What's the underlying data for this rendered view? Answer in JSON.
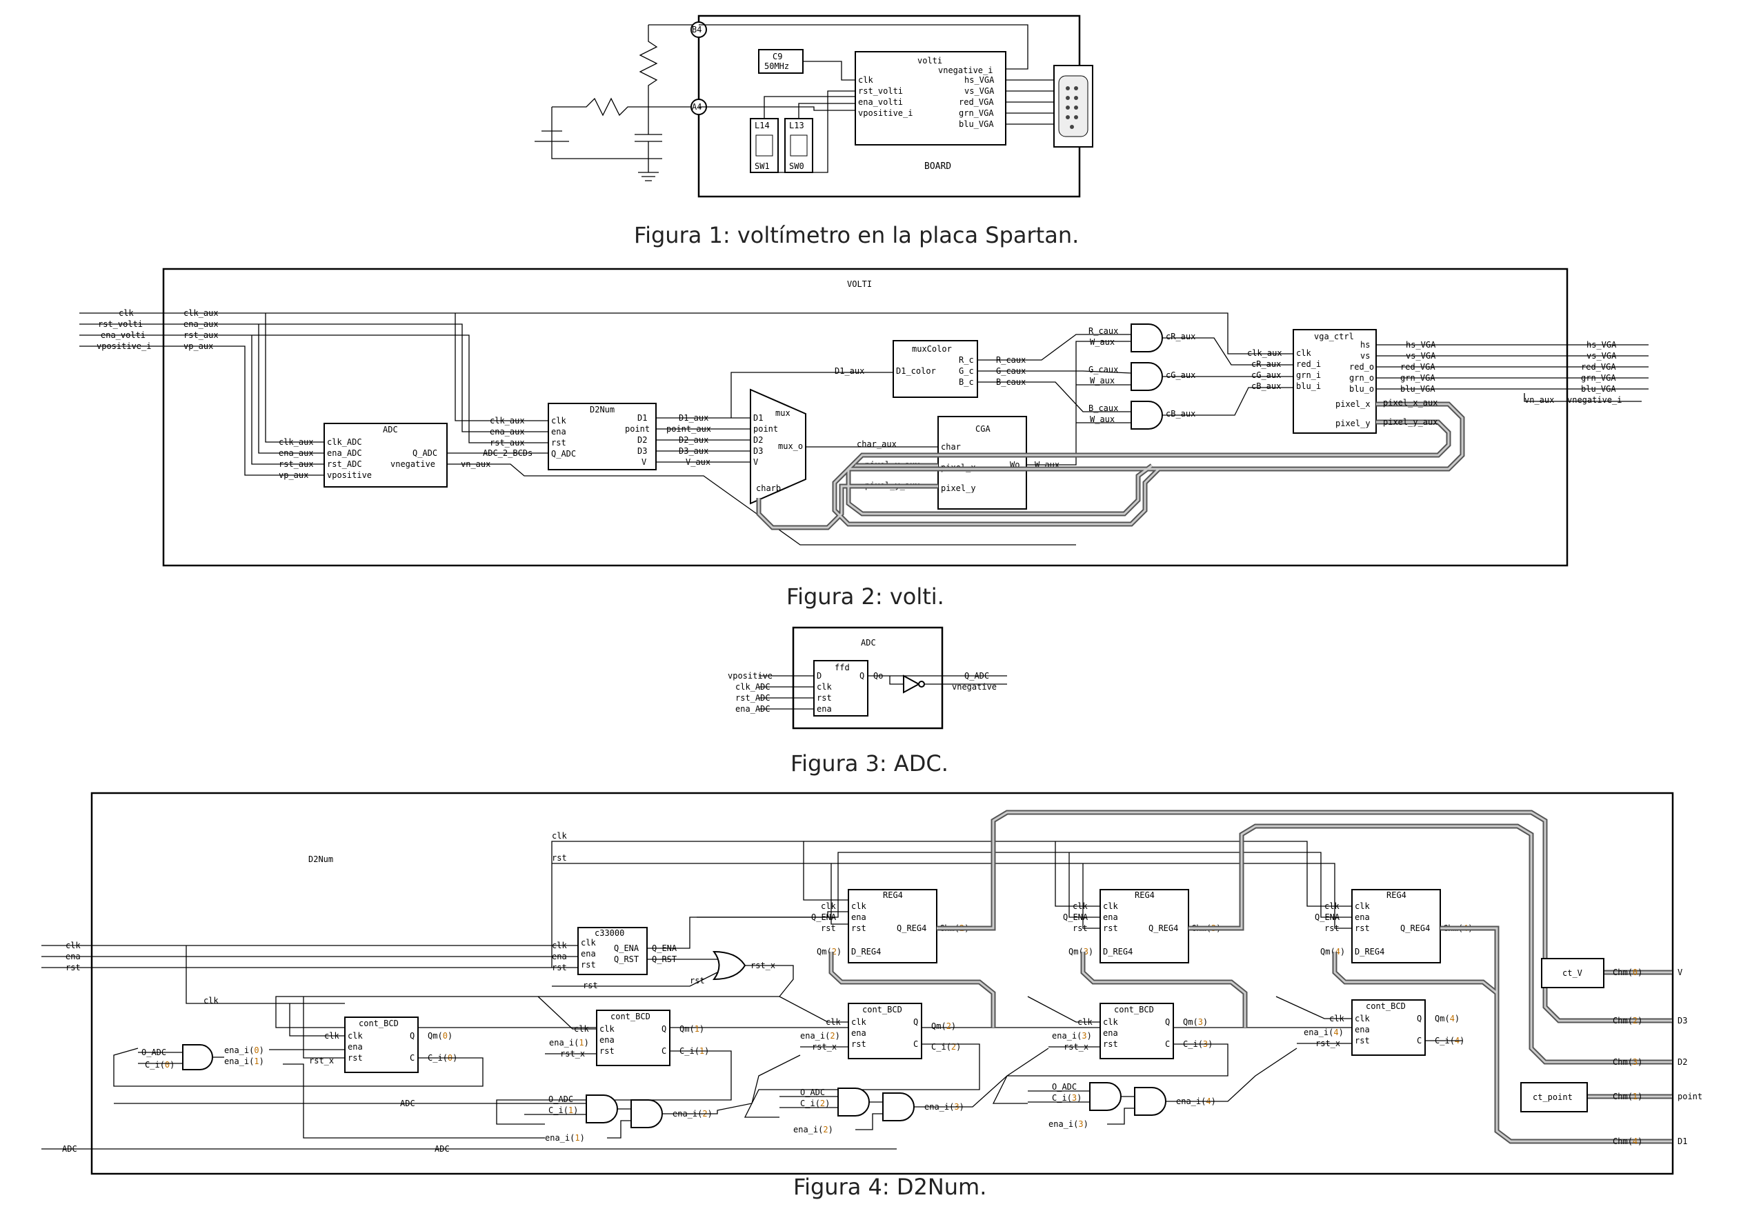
{
  "captions": {
    "fig1": "Figura 1: voltímetro en la placa Spartan.",
    "fig2": "Figura 2: volti.",
    "fig3": "Figura 3: ADC.",
    "fig4": "Figura 4: D2Num."
  },
  "fig1": {
    "board": "BOARD",
    "block": "volti",
    "clock_name": "C9",
    "clock_freq": "50MHz",
    "pin_b": "B4",
    "pin_a": "A4",
    "leds": [
      "L14",
      "L13"
    ],
    "switches": [
      "SW1",
      "SW0"
    ],
    "inputs": [
      "clk",
      "rst_volti",
      "ena_volti",
      "vpositive_i"
    ],
    "outputs": [
      "vnegative_i",
      "hs_VGA",
      "vs_VGA",
      "red_VGA",
      "grn_VGA",
      "blu_VGA"
    ]
  },
  "fig2": {
    "title": "VOLTI",
    "ext_in": [
      "clk",
      "rst_volti",
      "ena_volti",
      "vpositive_i"
    ],
    "aux_in": [
      "clk_aux",
      "ena_aux",
      "rst_aux",
      "vp_aux"
    ],
    "adc": {
      "name": "ADC",
      "ports_in": [
        "clk_ADC",
        "ena_ADC",
        "rst_ADC",
        "vpositive"
      ],
      "ports_out": [
        "Q_ADC",
        "vnegative"
      ],
      "wires_in": [
        "clk_aux",
        "ena_aux",
        "rst_aux",
        "vp_aux"
      ],
      "wires_out": [
        "ADC_2_BCDs",
        "vn_aux"
      ]
    },
    "d2num": {
      "name": "D2Num",
      "ports_in": [
        "clk",
        "ena",
        "rst",
        "Q_ADC"
      ],
      "ports_out": [
        "D1",
        "point",
        "D2",
        "D3",
        "V"
      ],
      "wires_in": [
        "clk_aux",
        "ena_aux",
        "rst_aux"
      ],
      "wires_out": [
        "D1_aux",
        "point_aux",
        "D2_aux",
        "D3_aux",
        "V_aux"
      ]
    },
    "mux": {
      "name": "mux",
      "ports_in": [
        "D1",
        "point",
        "D2",
        "D3",
        "V"
      ],
      "out": "mux_o",
      "sel": "charb"
    },
    "muxcolor": {
      "name": "muxColor",
      "in": "D1_color",
      "wire_in": "D1_aux",
      "outs": [
        "R_c",
        "G_c",
        "B_c"
      ],
      "wires_out": [
        "R_caux",
        "G_caux",
        "B_caux"
      ]
    },
    "cga": {
      "name": "CGA",
      "ports_in": [
        "char",
        "pixel_x",
        "pixel_y"
      ],
      "out": "Wo",
      "wires_in": [
        "char_aux",
        "pixel_x_aux",
        "pixel_y_aux"
      ],
      "wire_out": "W_aux"
    },
    "gates": [
      {
        "a": "R_caux",
        "b": "W_aux",
        "out": "cR_aux"
      },
      {
        "a": "G_caux",
        "b": "W_aux",
        "out": "cG_aux"
      },
      {
        "a": "B_caux",
        "b": "W_aux",
        "out": "cB_aux"
      }
    ],
    "vga": {
      "name": "vga_ctrl",
      "ports_in": [
        "clk",
        "red_i",
        "grn_i",
        "blu_i"
      ],
      "ports_out": [
        "hs",
        "vs",
        "red_o",
        "grn_o",
        "blu_o",
        "pixel_x",
        "pixel_y"
      ],
      "wires_in": [
        "clk_aux",
        "cR_aux",
        "cG_aux",
        "cB_aux"
      ],
      "wires_out": [
        "hs_VGA",
        "vs_VGA",
        "red_VGA",
        "grn_VGA",
        "blu_VGA",
        "pixel_x_aux",
        "pixel_y_aux"
      ]
    },
    "ext_out": [
      "hs_VGA",
      "vs_VGA",
      "red_VGA",
      "grn_VGA",
      "blu_VGA",
      "vnegative_i"
    ],
    "vn_wire": "vn_aux"
  },
  "fig3": {
    "title": "ADC",
    "ffd": "ffd",
    "ffd_in": [
      "D",
      "clk",
      "rst",
      "ena"
    ],
    "ffd_out": "Q",
    "qo": "Qo",
    "ext_in": [
      "vpositive",
      "clk_ADC",
      "rst_ADC",
      "ena_ADC"
    ],
    "ext_out": [
      "Q_ADC",
      "vnegative"
    ]
  },
  "fig4": {
    "title": "D2Num",
    "ext_in": [
      "clk",
      "ena",
      "rst"
    ],
    "adc_in": "ADC",
    "top_wires": [
      "clk",
      "rst"
    ],
    "c33000": {
      "name": "c33000",
      "ports_in": [
        "clk",
        "ena",
        "rst"
      ],
      "ports_out": [
        "Q_ENA",
        "Q_RST"
      ],
      "wires_in": [
        "clk",
        "ena",
        "rst"
      ],
      "wires_out": [
        "Q_ENA",
        "Q_RST"
      ]
    },
    "or_out": "rst_x",
    "or_in": "rst",
    "regs": [
      {
        "name": "REG4",
        "in": [
          "clk",
          "ena",
          "rst"
        ],
        "d": "D_REG4",
        "q": "Q_REG4",
        "wq": "Chm",
        "idx": "2",
        "qm": "Qm",
        "qidx": "2"
      },
      {
        "name": "REG4",
        "in": [
          "clk",
          "ena",
          "rst"
        ],
        "d": "D_REG4",
        "q": "Q_REG4",
        "wq": "Chm",
        "idx": "3",
        "qm": "Qm",
        "qidx": "3"
      },
      {
        "name": "REG4",
        "in": [
          "clk",
          "ena",
          "rst"
        ],
        "d": "D_REG4",
        "q": "Q_REG4",
        "wq": "Chm",
        "idx": "4",
        "qm": "Qm",
        "qidx": "4"
      }
    ],
    "reg_wires": [
      "clk",
      "Q_ENA",
      "rst"
    ],
    "bcds": [
      {
        "name": "cont_BCD",
        "ports": [
          "clk",
          "ena",
          "rst"
        ],
        "q": "Q",
        "c": "C",
        "qm": "Qm",
        "qidx": "0",
        "ci": "C_i",
        "cidx": "0",
        "w_clk": "clk",
        "w_rst": "rst_x",
        "w_ena": "ena_i",
        "eidx": "0"
      },
      {
        "name": "cont_BCD",
        "ports": [
          "clk",
          "ena",
          "rst"
        ],
        "q": "Q",
        "c": "C",
        "qm": "Qm",
        "qidx": "1",
        "ci": "C_i",
        "cidx": "1",
        "w_clk": "clk",
        "w_rst": "rst_x",
        "w_ena": "ena_i",
        "eidx": "1"
      },
      {
        "name": "cont_BCD",
        "ports": [
          "clk",
          "ena",
          "rst"
        ],
        "q": "Q",
        "c": "C",
        "qm": "Qm",
        "qidx": "2",
        "ci": "C_i",
        "cidx": "2",
        "w_clk": "clk",
        "w_rst": "rst_x",
        "w_ena": "ena_i",
        "eidx": "2"
      },
      {
        "name": "cont_BCD",
        "ports": [
          "clk",
          "ena",
          "rst"
        ],
        "q": "Q",
        "c": "C",
        "qm": "Qm",
        "qidx": "3",
        "ci": "C_i",
        "cidx": "3",
        "w_clk": "clk",
        "w_rst": "rst_x",
        "w_ena": "ena_i",
        "eidx": "3"
      },
      {
        "name": "cont_BCD",
        "ports": [
          "clk",
          "ena",
          "rst"
        ],
        "q": "Q",
        "c": "C",
        "qm": "Qm",
        "qidx": "4",
        "ci": "C_i",
        "cidx": "4",
        "w_clk": "clk",
        "w_rst": "rst_x",
        "w_ena": "ena_i",
        "eidx": "4"
      }
    ],
    "and_gates": [
      {
        "a": "O_ADC",
        "b": "C_i",
        "bidx": "0",
        "out1": "ena_i",
        "o1idx": "0",
        "out2": "ena_i",
        "o2idx": "1"
      },
      {
        "a": "O_ADC",
        "b": "C_i",
        "bidx": "1",
        "c": "ena_i",
        "cidx": "1",
        "out": "ena_i",
        "oidx": "2"
      },
      {
        "a": "O_ADC",
        "b": "C_i",
        "bidx": "2",
        "c": "ena_i",
        "cidx": "2",
        "out": "ena_i",
        "oidx": "3"
      },
      {
        "a": "O_ADC",
        "b": "C_i",
        "bidx": "3",
        "c": "ena_i",
        "cidx": "3",
        "out": "ena_i",
        "oidx": "4"
      }
    ],
    "ct_v": "ct_V",
    "ct_point": "ct_point",
    "outs": [
      {
        "chm": "Chm",
        "idx": "0",
        "name": "V"
      },
      {
        "chm": "Chm",
        "idx": "2",
        "name": "D3"
      },
      {
        "chm": "Chm",
        "idx": "3",
        "name": "D2"
      },
      {
        "chm": "Chm",
        "idx": "1",
        "name": "point"
      },
      {
        "chm": "Chm",
        "idx": "4",
        "name": "D1"
      }
    ]
  }
}
